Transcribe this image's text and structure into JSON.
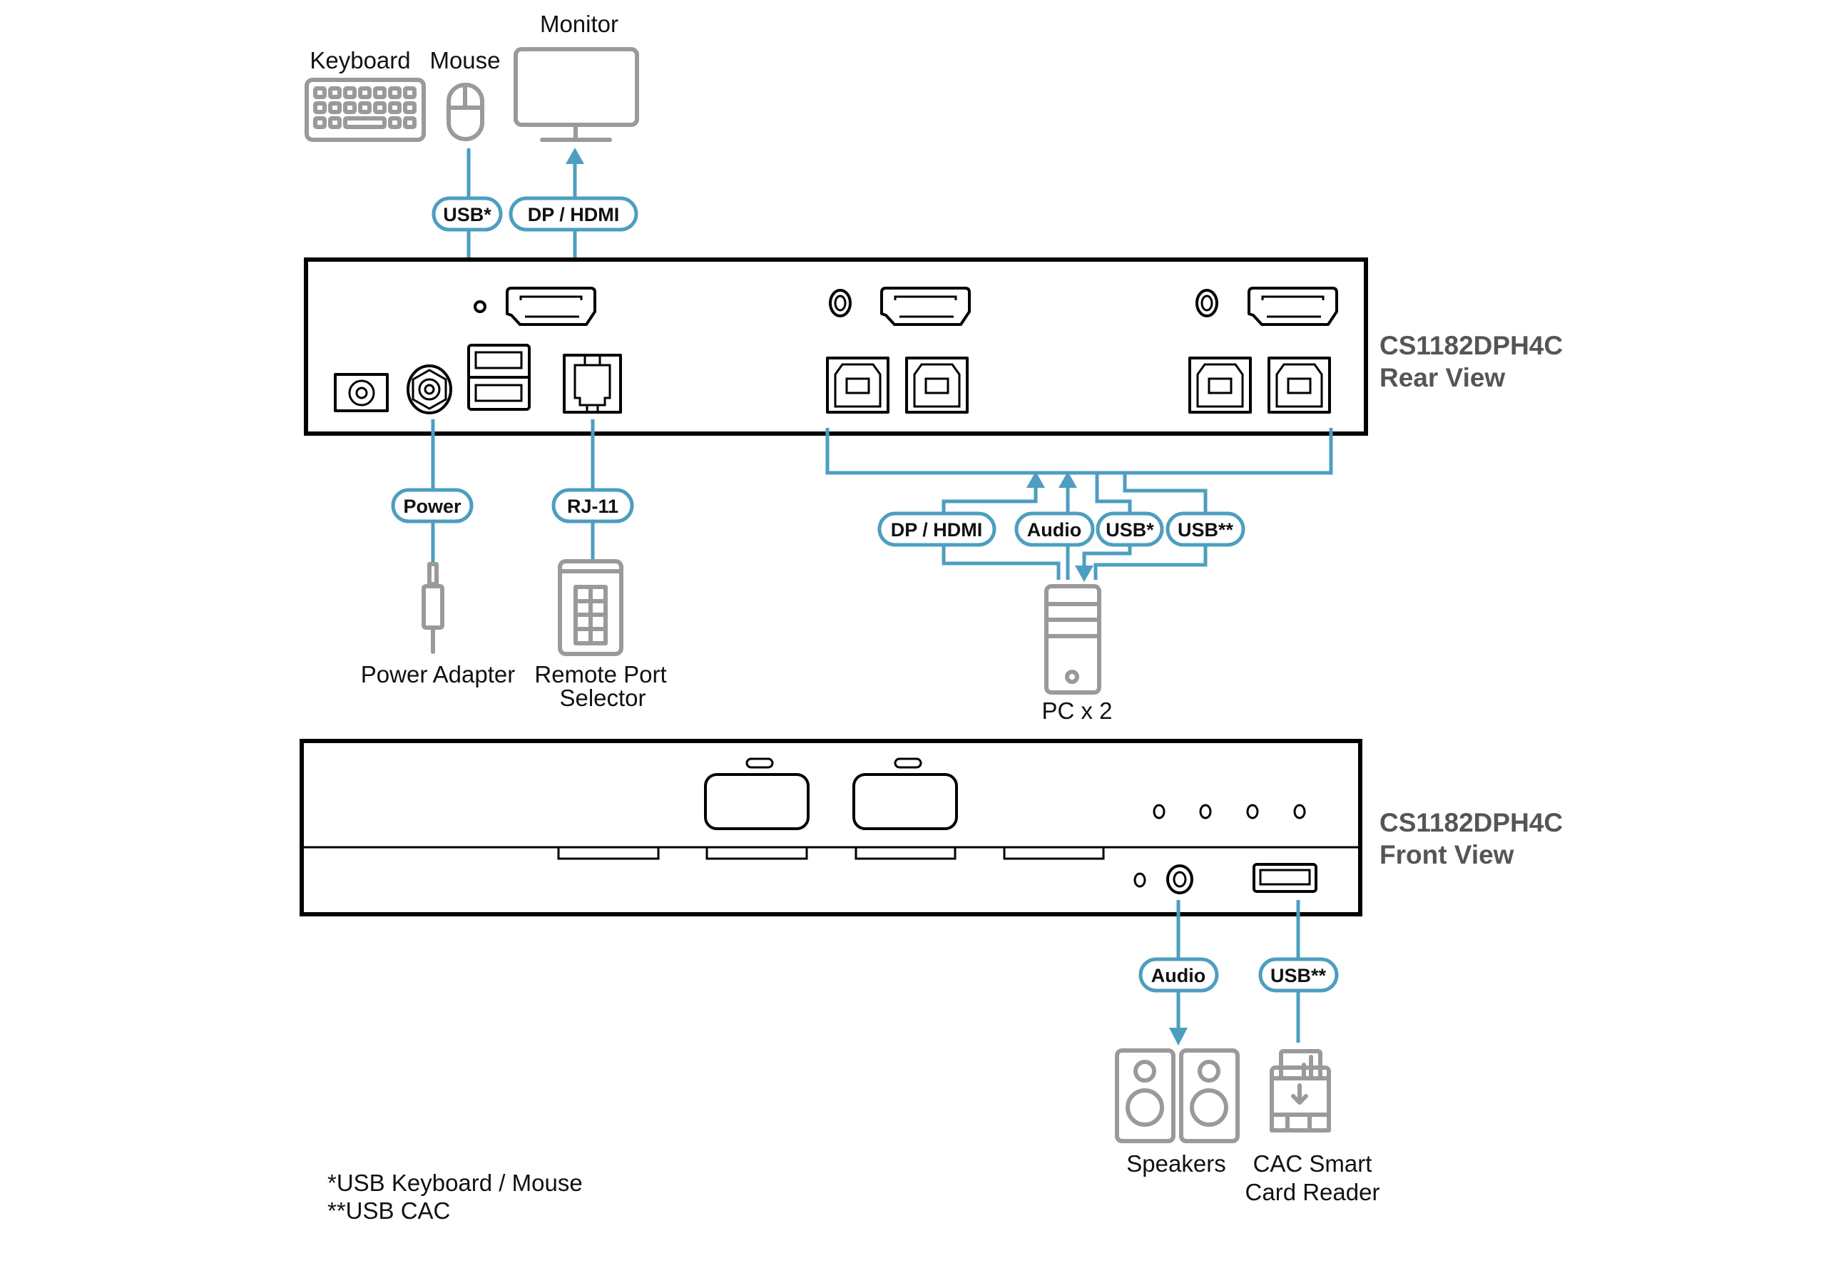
{
  "colors": {
    "wire": "#4d9ec0",
    "device_outline": "#9a9a9a",
    "unit_outline": "#000000",
    "title_text": "#555555"
  },
  "top_devices": {
    "keyboard_label": "Keyboard",
    "mouse_label": "Mouse",
    "monitor_label": "Monitor"
  },
  "rear_view": {
    "model": "CS1182DPH4C",
    "view_label": "Rear View",
    "console_connections": {
      "usb_label": "USB*",
      "video_label": "DP / HDMI"
    },
    "power_label": "Power",
    "rj11_label": "RJ-11",
    "power_device_label": "Power Adapter",
    "remote_device_label_line1": "Remote Port",
    "remote_device_label_line2": "Selector",
    "pc_connections": [
      {
        "label": "DP / HDMI",
        "direction": "to-kvm"
      },
      {
        "label": "Audio",
        "direction": "to-kvm"
      },
      {
        "label": "USB*",
        "direction": "to-pc"
      },
      {
        "label": "USB**",
        "direction": "bidirectional"
      }
    ],
    "pc_label": "PC x 2"
  },
  "front_view": {
    "model": "CS1182DPH4C",
    "view_label": "Front View",
    "audio_label": "Audio",
    "usb_label": "USB**",
    "speakers_label": "Speakers",
    "card_reader_label_line1": "CAC Smart",
    "card_reader_label_line2": "Card Reader"
  },
  "footnotes": [
    "*USB Keyboard / Mouse",
    "**USB CAC"
  ]
}
